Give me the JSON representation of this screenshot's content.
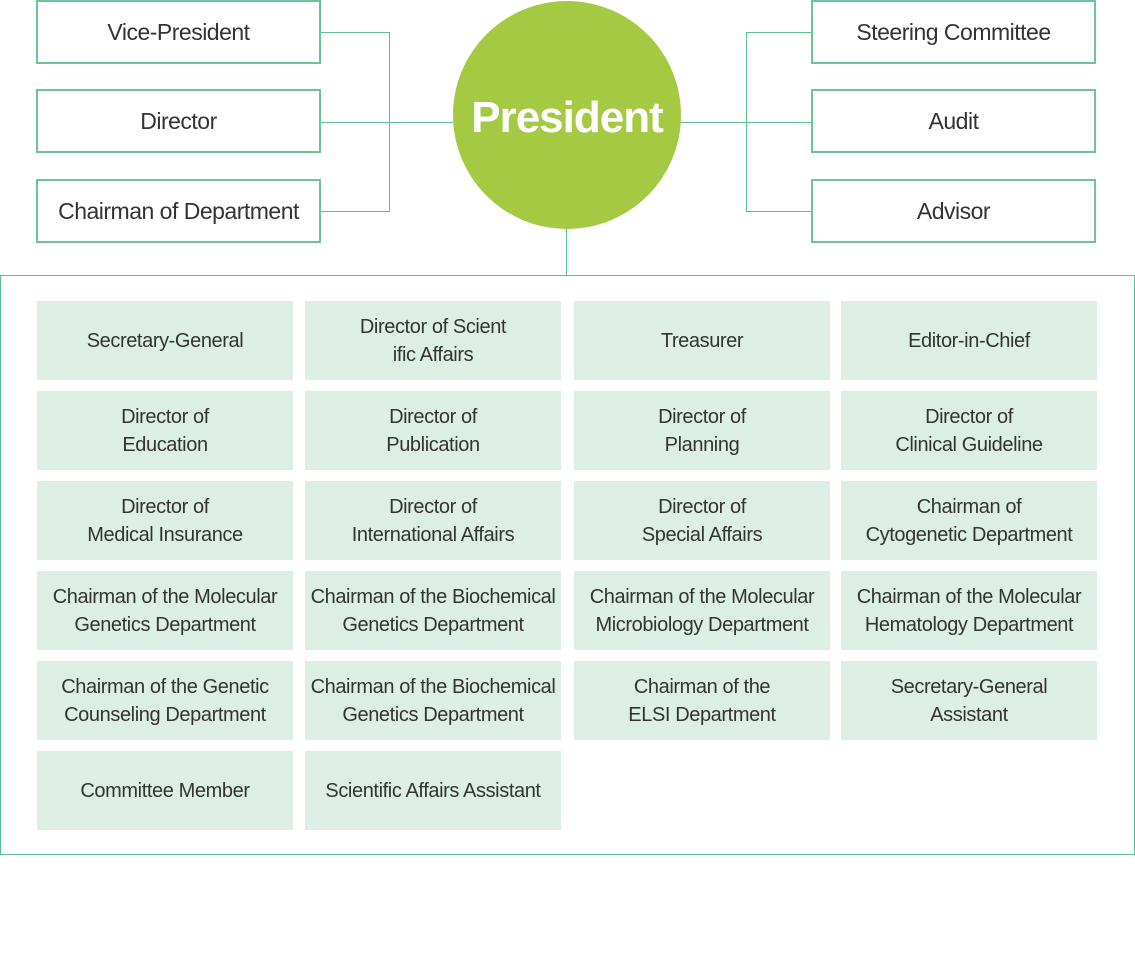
{
  "president": "President",
  "left_boxes": [
    "Vice-President",
    "Director",
    "Chairman of Department"
  ],
  "right_boxes": [
    "Steering Committee",
    "Audit",
    "Advisor"
  ],
  "cells": [
    "Secretary-General",
    "Director of Scient\nific Affairs",
    "Treasurer",
    "Editor-in-Chief",
    "Director of\nEducation",
    "Director of\nPublication",
    "Director of\nPlanning",
    "Director of\nClinical Guideline",
    "Director of\nMedical Insurance",
    "Director of\nInternational Affairs",
    "Director of\nSpecial Affairs",
    "Chairman of\nCytogenetic Department",
    "Chairman of the Molecular\nGenetics Department",
    "Chairman of the Biochemical\nGenetics Department",
    "Chairman of the Molecular\nMicrobiology Department",
    "Chairman of the Molecular\nHematology Department",
    "Chairman of the Genetic\nCounseling Department",
    "Chairman of the Biochemical\nGenetics Department",
    "Chairman of the\nELSI Department",
    "Secretary-General\nAssistant",
    "Committee Member",
    "Scientific Affairs Assistant"
  ],
  "colors": {
    "president": "#a6c944",
    "line": "#5cc08f",
    "cell": "#ddefe4"
  }
}
